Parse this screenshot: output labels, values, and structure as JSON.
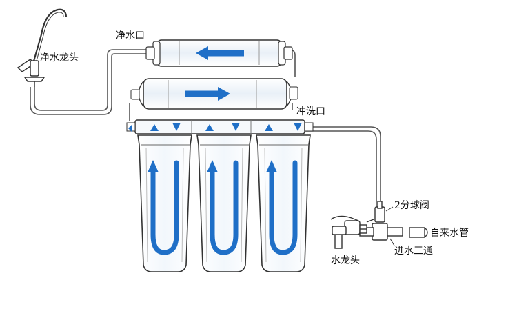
{
  "labels": {
    "clean_outlet": "净水口",
    "clean_faucet": "净水龙头",
    "flush_outlet": "冲洗口",
    "ball_valve": "2分球阀",
    "tap_water_pipe": "自来水管",
    "water_faucet": "水龙头",
    "inlet_tee": "进水三通"
  },
  "colors": {
    "flow_arrow": "#1f6fc7",
    "outline": "#333333",
    "housing_fill": "#f4f8fc",
    "membrane_fill": "#e6eef7"
  },
  "icons": {
    "clean_faucet": "faucet-icon",
    "tap_faucet": "faucet-icon",
    "ball_valve": "valve-icon"
  }
}
